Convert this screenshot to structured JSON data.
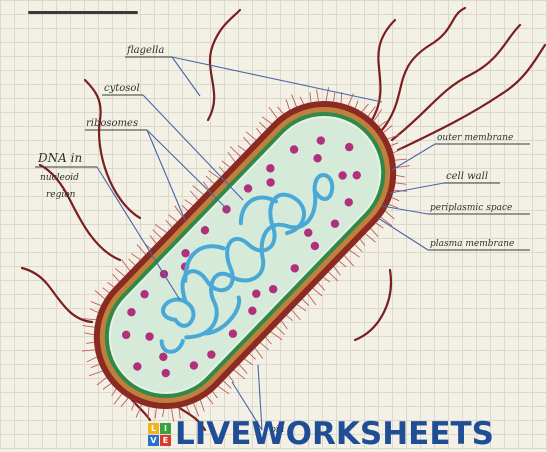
{
  "labels": {
    "flagella": "flagella",
    "cytosol": "cytosol",
    "ribosomes": "ribosomes",
    "dna_line1": "DNA in",
    "dna_line2": "nucleoid",
    "dna_line3": "region",
    "outer_membrane": "outer membrane",
    "cell_wall": "cell wall",
    "periplasmic_space": "periplasmic space",
    "plasma_membrane": "plasma membrane",
    "pili": "pili"
  },
  "watermark": {
    "text": "LIVEWORKSHEETS",
    "logo_letters": [
      "L",
      "I",
      "V",
      "E"
    ],
    "logo_colors": [
      "#f2b21b",
      "#3da03f",
      "#2a6fc9",
      "#d83a2e"
    ]
  },
  "colors": {
    "outer_membrane": "#8b2a22",
    "cell_wall": "#c07f3c",
    "periplasm": "#2f8a4a",
    "cytosol": "#d5ead9",
    "dna": "#4aa8d6",
    "ribosome": "#b0307c",
    "pili": "#c45a5a",
    "flagella": "#7a1f1f",
    "pointer": "#4a66a8"
  }
}
